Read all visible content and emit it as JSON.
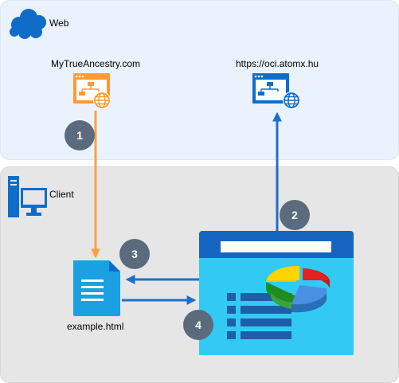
{
  "zones": {
    "web": {
      "label": "Web"
    },
    "client": {
      "label": "Client"
    }
  },
  "nodes": {
    "source_site": {
      "label": "MyTrueAncestry.com",
      "icon": "web-page-icon",
      "color": "#ff9933"
    },
    "target_site": {
      "label": "https://oci.atomx.hu",
      "icon": "web-page-icon",
      "color": "#0f6cc8"
    },
    "html_file": {
      "label": "example.html",
      "icon": "document-icon",
      "color": "#1ba1e2"
    },
    "app": {
      "icon": "spreadsheet-chart-app-icon"
    }
  },
  "steps": [
    {
      "number": "1"
    },
    {
      "number": "2"
    },
    {
      "number": "3"
    },
    {
      "number": "4"
    }
  ],
  "colors": {
    "web_zone": "#eaf3fd",
    "client_zone": "#e6e6e6",
    "orange_arrow": "#ffa040",
    "blue_arrow": "#1e6fc8",
    "badge": "#5b6b7d"
  }
}
